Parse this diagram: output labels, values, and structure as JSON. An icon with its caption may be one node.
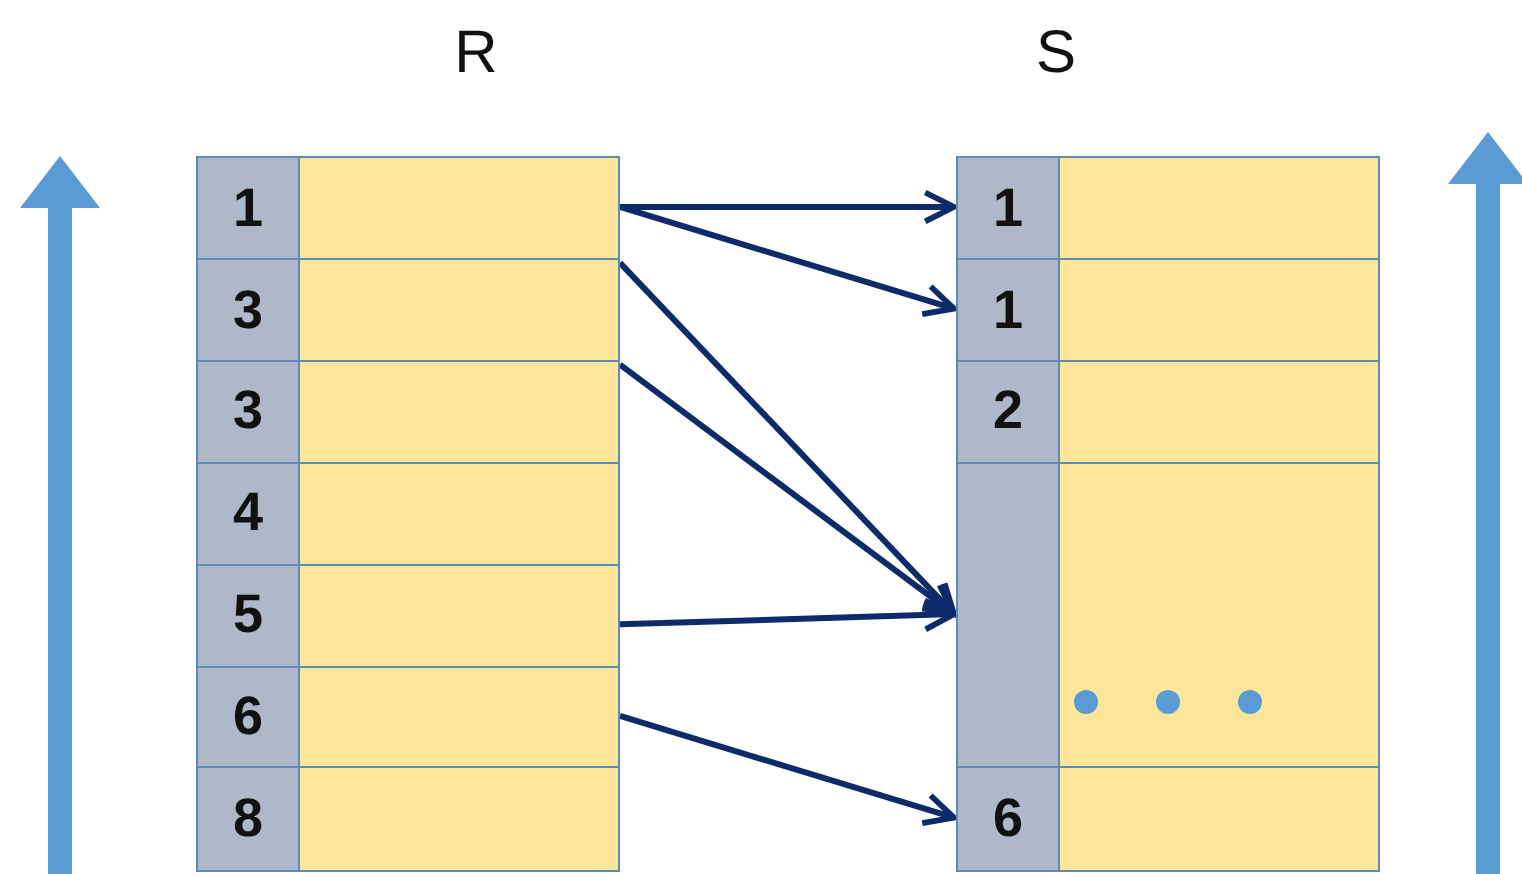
{
  "diagram": {
    "nodes": [
      {
        "text": [
          "R"
        ]
      },
      {
        "text": [
          "1"
        ],
        "in": 0
      },
      {
        "text": [
          "3"
        ],
        "in": 0
      },
      {
        "text": [
          "3"
        ],
        "in": 0
      },
      {
        "text": [
          "4"
        ],
        "in": 0
      },
      {
        "text": [
          "5"
        ],
        "in": 0
      },
      {
        "text": [
          "6"
        ],
        "in": 0
      },
      {
        "text": [
          "8"
        ],
        "in": 0
      },
      {
        "text": [
          "S"
        ]
      },
      {
        "text": [
          "1"
        ],
        "in": 8
      },
      {
        "text": [
          "1"
        ],
        "in": 8
      },
      {
        "text": [
          "2"
        ],
        "in": 8
      },
      {
        "text": [],
        "shape": "box",
        "in": 8
      },
      {
        "text": [
          "6"
        ],
        "in": 8
      }
    ],
    "edges": [
      {
        "from": 1,
        "to": 9,
        "arrow": "to"
      },
      {
        "from": 1,
        "to": 10,
        "arrow": "to"
      },
      {
        "from": 2,
        "to": 12,
        "arrow": "to"
      },
      {
        "from": 3,
        "to": 12,
        "arrow": "to"
      },
      {
        "from": 5,
        "to": 12,
        "arrow": "to"
      },
      {
        "from": 6,
        "to": 13,
        "arrow": "to"
      }
    ]
  }
}
